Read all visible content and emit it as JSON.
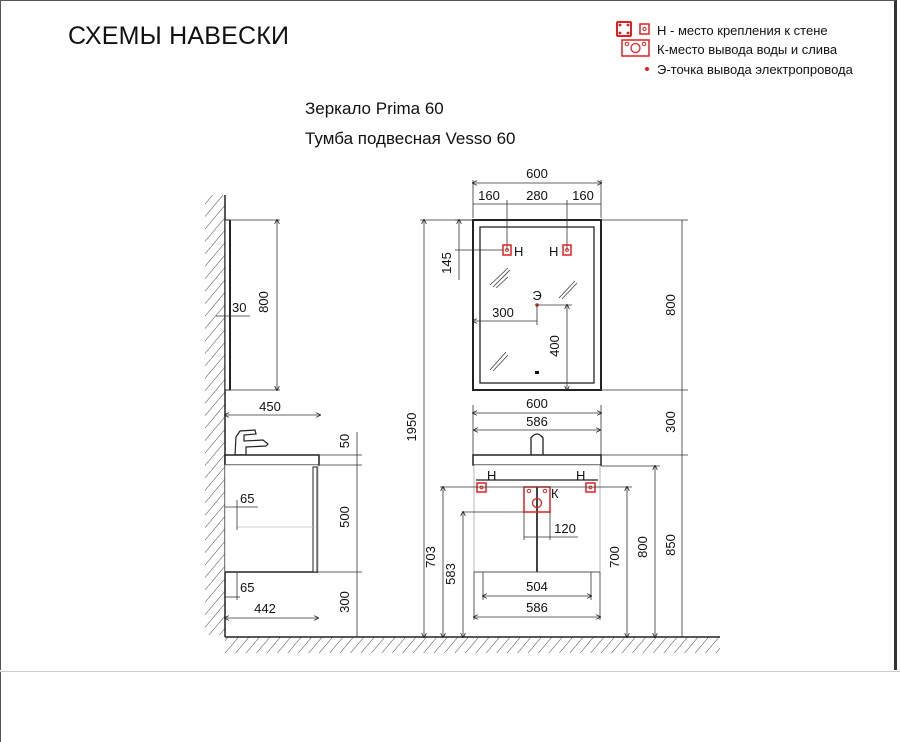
{
  "header": {
    "title": "СХЕМЫ НАВЕСКИ",
    "subtitle_mirror": "Зеркало Prima 60",
    "subtitle_cabinet": "Тумба подвесная Vesso 60"
  },
  "legend": {
    "items": [
      {
        "icon": "wall-mount-point-icon",
        "text": "Н - место крепления к стене"
      },
      {
        "icon": "water-outlet-icon",
        "text": "К-место вывода воды и слива"
      },
      {
        "icon": "electric-point-icon",
        "text": "Э-точка вывода электропровода"
      }
    ],
    "accent_color": "#e02020"
  },
  "side_view": {
    "mirror_depth": "30",
    "mirror_height": "800",
    "cabinet_depth_top": "450",
    "worktop_thickness": "50",
    "cabinet_height": "500",
    "inset_top": "65",
    "inset_bottom": "65",
    "cabinet_depth_bottom": "442",
    "floor_gap": "300"
  },
  "front_view": {
    "mirror_width": "600",
    "mount_left_offset": "160",
    "mount_spacing": "280",
    "mount_right_offset": "160",
    "mount_top_offset": "145",
    "electric_x": "300",
    "electric_height": "400",
    "mirror_height": "800",
    "mount_label": "Н",
    "electric_label": "Э",
    "water_label": "К",
    "total_height": "1950",
    "basin_width": "600",
    "basin_inner": "586",
    "gap_mirror_basin": "300",
    "water_width": "120",
    "mount_height_left": "703",
    "water_height": "583",
    "mount_height_right": "700",
    "cabinet_top_height": "800",
    "basin_top_height": "850",
    "drawer_width": "504",
    "cabinet_width": "586"
  }
}
